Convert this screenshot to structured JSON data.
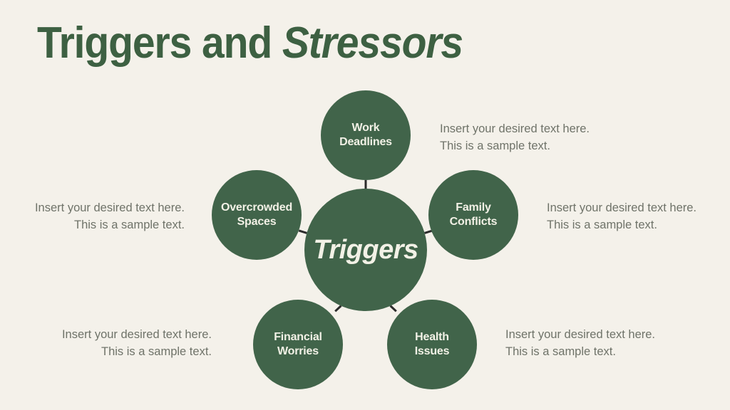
{
  "slide": {
    "title_main": "Triggers and ",
    "title_emphasis": "Stressors",
    "background_color": "#f4f1ea",
    "accent_color": "#41644a",
    "text_on_accent_color": "#f2f1e6",
    "caption_color": "#6f7369",
    "title_color": "#3d6042"
  },
  "diagram": {
    "type": "hub-and-spoke",
    "center": {
      "label": "Triggers"
    },
    "nodes": [
      {
        "id": "work-deadlines",
        "label_line1": "Work",
        "label_line2": "Deadlines",
        "position": "top"
      },
      {
        "id": "family-conflicts",
        "label_line1": "Family",
        "label_line2": "Conflicts",
        "position": "right"
      },
      {
        "id": "health-issues",
        "label_line1": "Health",
        "label_line2": "Issues",
        "position": "bottom-right"
      },
      {
        "id": "financial-worries",
        "label_line1": "Financial",
        "label_line2": "Worries",
        "position": "bottom-left"
      },
      {
        "id": "overcrowded-spaces",
        "label_line1": "Overcrowded",
        "label_line2": "Spaces",
        "position": "left"
      }
    ]
  },
  "captions": {
    "work": {
      "line1": "Insert your desired text here.",
      "line2": "This is a sample text."
    },
    "family": {
      "line1": "Insert your desired text here.",
      "line2": "This is a sample text."
    },
    "health": {
      "line1": "Insert your desired text here.",
      "line2": "This is a sample text."
    },
    "financial": {
      "line1": "Insert your desired text here.",
      "line2": "This is a sample text."
    },
    "crowded": {
      "line1": "Insert your desired text here.",
      "line2": "This is a sample text."
    }
  }
}
